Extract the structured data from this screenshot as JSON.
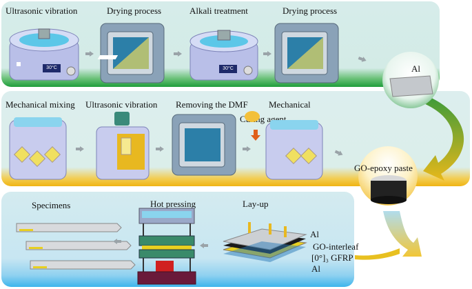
{
  "row1": {
    "steps": [
      "Ultrasonic vibration",
      "Drying process",
      "Alkali treatment",
      "Drying process"
    ],
    "readout_1": "30°C",
    "readout_2": "30°C",
    "output": "Al"
  },
  "row2": {
    "steps": [
      "Mechanical mixing",
      "Ultrasonic vibration",
      "Removing the DMF",
      "Mechanical"
    ],
    "additive": "Curing agent",
    "output": "GO-epoxy paste"
  },
  "row3": {
    "steps": [
      "Specimens",
      "Hot pressing",
      "Lay-up"
    ],
    "layers": [
      "Al",
      "GO-interleaf",
      "[0°]₃ GFRP",
      "Al"
    ]
  },
  "colors": {
    "row1_accent": "#1f9e3c",
    "row2_accent": "#f0b414",
    "row3_accent": "#3db5ec",
    "flow_arrow": "#c9a321"
  }
}
